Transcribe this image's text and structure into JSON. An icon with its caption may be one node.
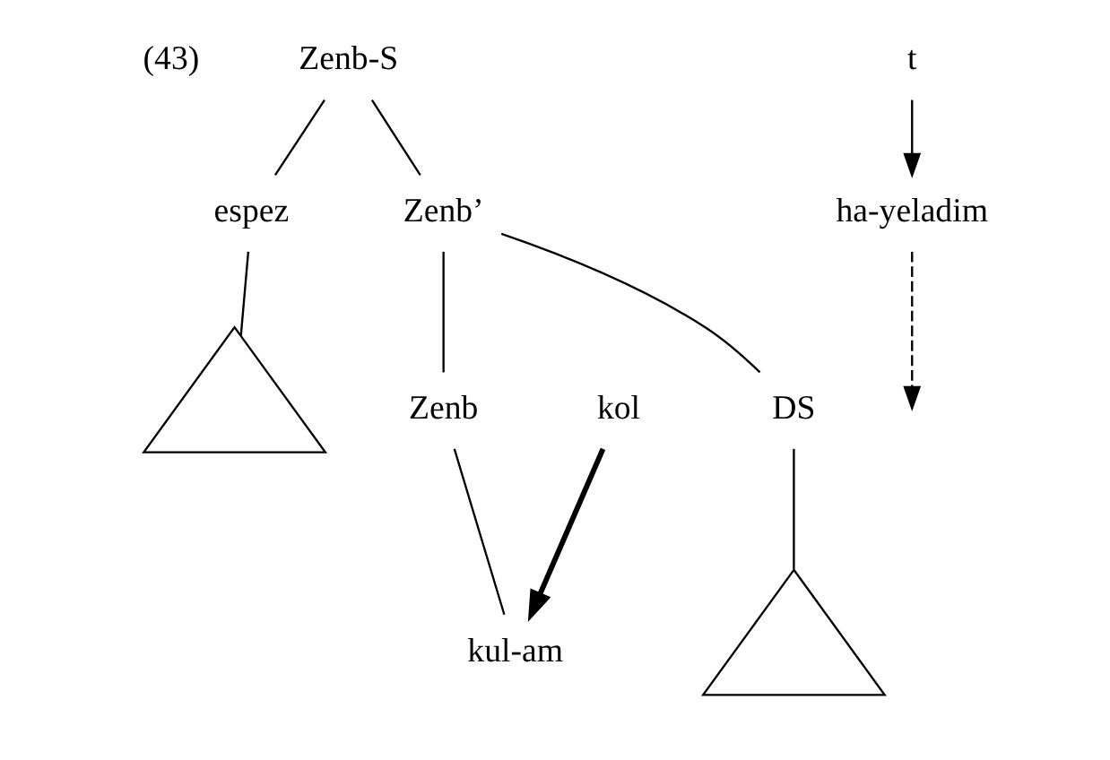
{
  "diagram": {
    "nodes": [
      {
        "text": [
          "Zenb-S"
        ]
      },
      {
        "text": [
          "espez"
        ]
      },
      {
        "text": [
          "Zenb’"
        ]
      },
      {
        "text": [
          "Zenb"
        ]
      },
      {
        "text": [
          "DS"
        ]
      },
      {
        "text": [],
        "shape": "triangle"
      },
      {
        "text": [],
        "shape": "triangle"
      },
      {
        "text": [
          "ha-yeladim"
        ]
      },
      {
        "text": [
          "kol"
        ]
      },
      {
        "text": [
          "kul-am"
        ]
      },
      {
        "text": [
          "t"
        ]
      }
    ],
    "edges": [
      {
        "from": 0,
        "to": 1,
        "arrow": "none"
      },
      {
        "from": 0,
        "to": 2,
        "arrow": "none"
      },
      {
        "from": 2,
        "to": 3,
        "arrow": "none"
      },
      {
        "from": 2,
        "to": 4,
        "arrow": "none"
      },
      {
        "from": 1,
        "to": 5,
        "arrow": "none"
      },
      {
        "from": 4,
        "to": 6,
        "arrow": "none"
      },
      {
        "from": 3,
        "to": 9,
        "arrow": "none"
      },
      {
        "from": 8,
        "to": 9,
        "arrow": "to",
        "style": "thick"
      },
      {
        "from": 10,
        "to": 7,
        "arrow": "to"
      },
      {
        "from": 7,
        "to": null,
        "arrow": "to",
        "style": "dashed"
      }
    ],
    "labels": [
      "(43)"
    ]
  }
}
